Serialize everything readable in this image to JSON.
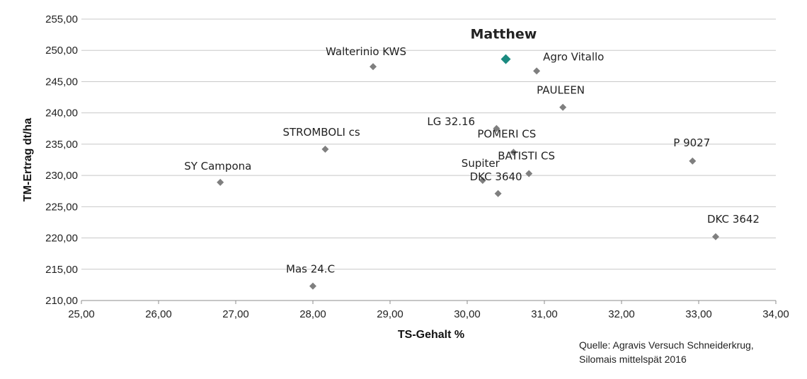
{
  "chart_data": {
    "type": "scatter",
    "xlabel": "TS-Gehalt %",
    "ylabel": "TM-Ertrag dt/ha",
    "xlim": [
      25,
      34
    ],
    "ylim": [
      210,
      255
    ],
    "x_ticks": [
      "25,00",
      "26,00",
      "27,00",
      "28,00",
      "29,00",
      "30,00",
      "31,00",
      "32,00",
      "33,00",
      "34,00"
    ],
    "y_ticks": [
      "210,00",
      "215,00",
      "220,00",
      "225,00",
      "230,00",
      "235,00",
      "240,00",
      "245,00",
      "250,00",
      "255,00"
    ],
    "grid": "horizontal",
    "marker_color": "#7f7f7f",
    "highlight_color": "#1a8a80",
    "points": [
      {
        "label": "Matthew",
        "x": 30.5,
        "y": 248.6,
        "highlight": true
      },
      {
        "label": "Walterinio KWS",
        "x": 28.78,
        "y": 247.4
      },
      {
        "label": "Agro Vitallo",
        "x": 30.9,
        "y": 246.7
      },
      {
        "label": "PAULEEN",
        "x": 31.24,
        "y": 240.9
      },
      {
        "label": "LG 32.16",
        "x": 30.38,
        "y": 237.5
      },
      {
        "label": "POMERI CS",
        "x": 30.6,
        "y": 233.7
      },
      {
        "label": "STROMBOLI cs",
        "x": 28.16,
        "y": 234.2
      },
      {
        "label": "P 9027",
        "x": 32.92,
        "y": 232.3
      },
      {
        "label": "BATISTI CS",
        "x": 30.8,
        "y": 230.3
      },
      {
        "label": "SY Campona",
        "x": 26.8,
        "y": 228.9
      },
      {
        "label": "Supiter",
        "x": 30.2,
        "y": 229.2
      },
      {
        "label": "DKC 3640",
        "x": 30.4,
        "y": 227.1
      },
      {
        "label": "DKC 3642",
        "x": 33.22,
        "y": 220.2
      },
      {
        "label": "Mas 24.C",
        "x": 28.0,
        "y": 212.3
      }
    ]
  },
  "source": {
    "line1": "Quelle: Agravis Versuch Schneiderkrug,",
    "line2": "Silomais mittelspät 2016"
  }
}
